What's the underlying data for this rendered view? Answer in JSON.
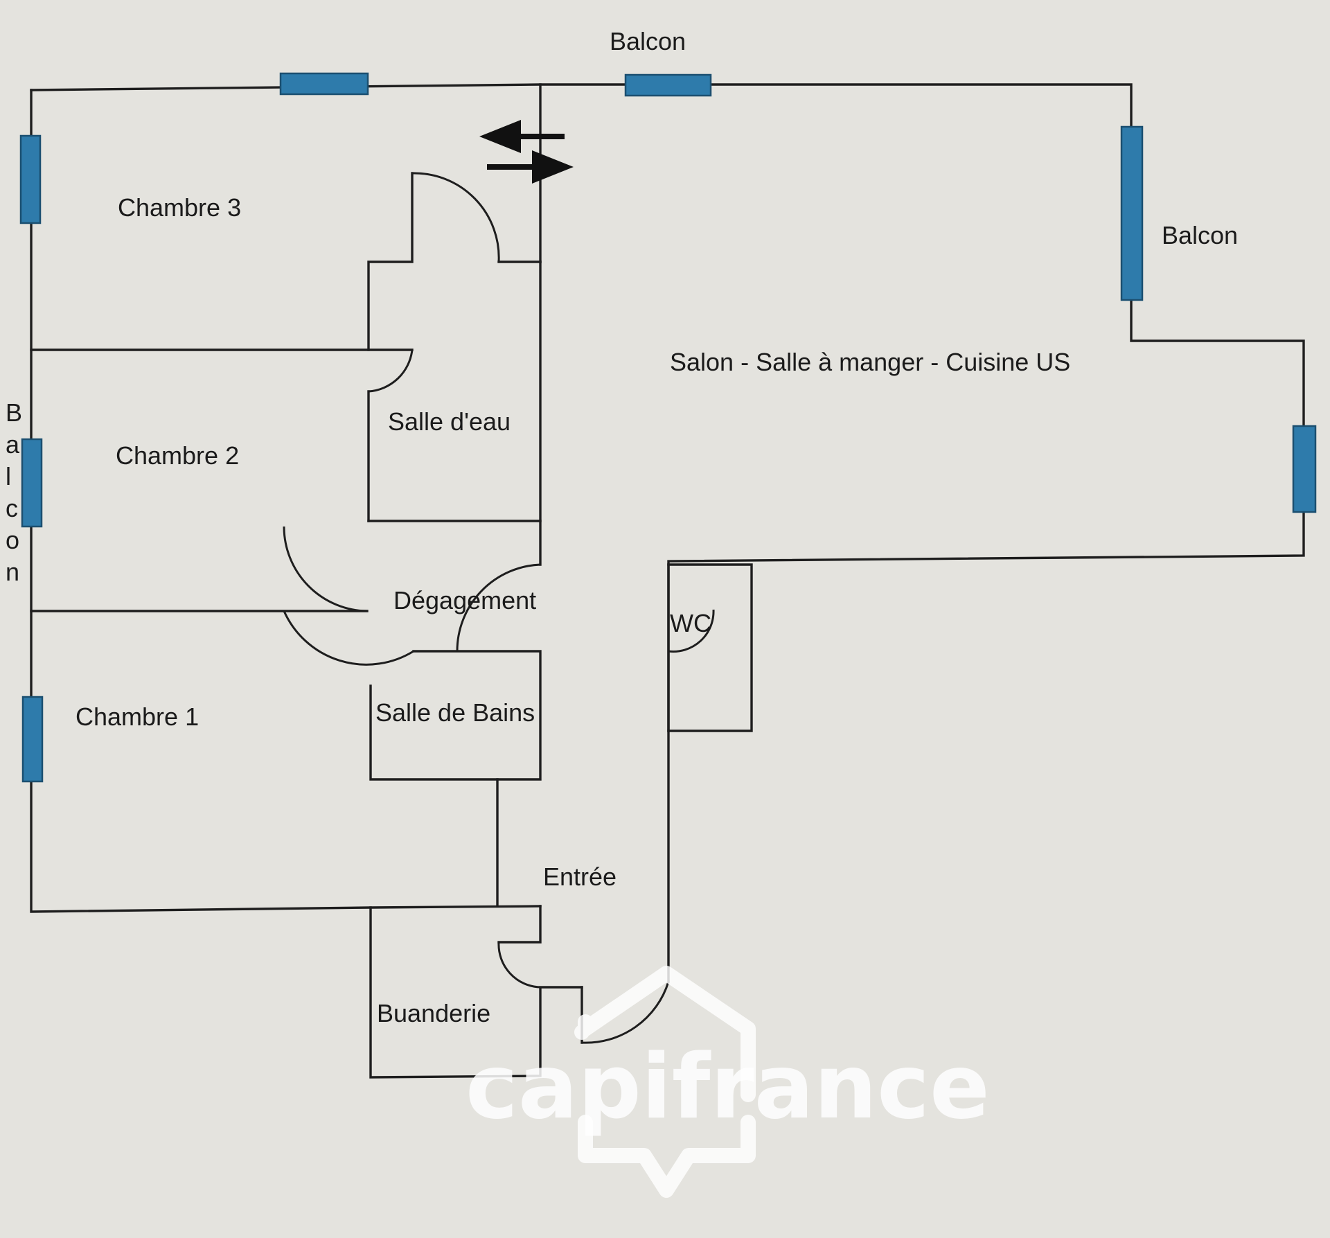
{
  "rooms": {
    "chambre_3": "Chambre 3",
    "chambre_2": "Chambre 2",
    "chambre_1": "Chambre 1",
    "salle_eau": "Salle d'eau",
    "degagement": "Dégagement",
    "salle_bains": "Salle de Bains",
    "entree": "Entrée",
    "buanderie": "Buanderie",
    "wc": "WC",
    "salon": "Salon - Salle à manger - Cuisine US"
  },
  "balconies": {
    "top": "Balcon",
    "right": "Balcon",
    "left_letters": [
      "B",
      "a",
      "l",
      "c",
      "o",
      "n"
    ]
  },
  "watermark": "capifrance",
  "colors": {
    "background": "#e4e3de",
    "wall": "#1e1e1e",
    "window": "#2e7bab"
  }
}
